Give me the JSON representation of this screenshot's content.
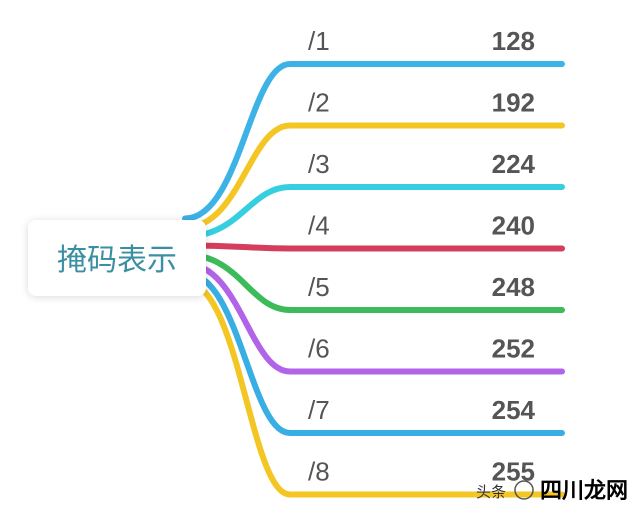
{
  "root": {
    "label": "掩码表示"
  },
  "branches": [
    {
      "prefix": "/1",
      "mask": "128",
      "color": "#3db2e6"
    },
    {
      "prefix": "/2",
      "mask": "192",
      "color": "#f4c624"
    },
    {
      "prefix": "/3",
      "mask": "224",
      "color": "#36cfe0"
    },
    {
      "prefix": "/4",
      "mask": "240",
      "color": "#d43d5c"
    },
    {
      "prefix": "/5",
      "mask": "248",
      "color": "#3dbb5a"
    },
    {
      "prefix": "/6",
      "mask": "252",
      "color": "#b164e8"
    },
    {
      "prefix": "/7",
      "mask": "254",
      "color": "#38aee2"
    },
    {
      "prefix": "/8",
      "mask": "255",
      "color": "#f4c624"
    }
  ],
  "watermark": {
    "prefix": "头条",
    "site": "四川龙网"
  }
}
